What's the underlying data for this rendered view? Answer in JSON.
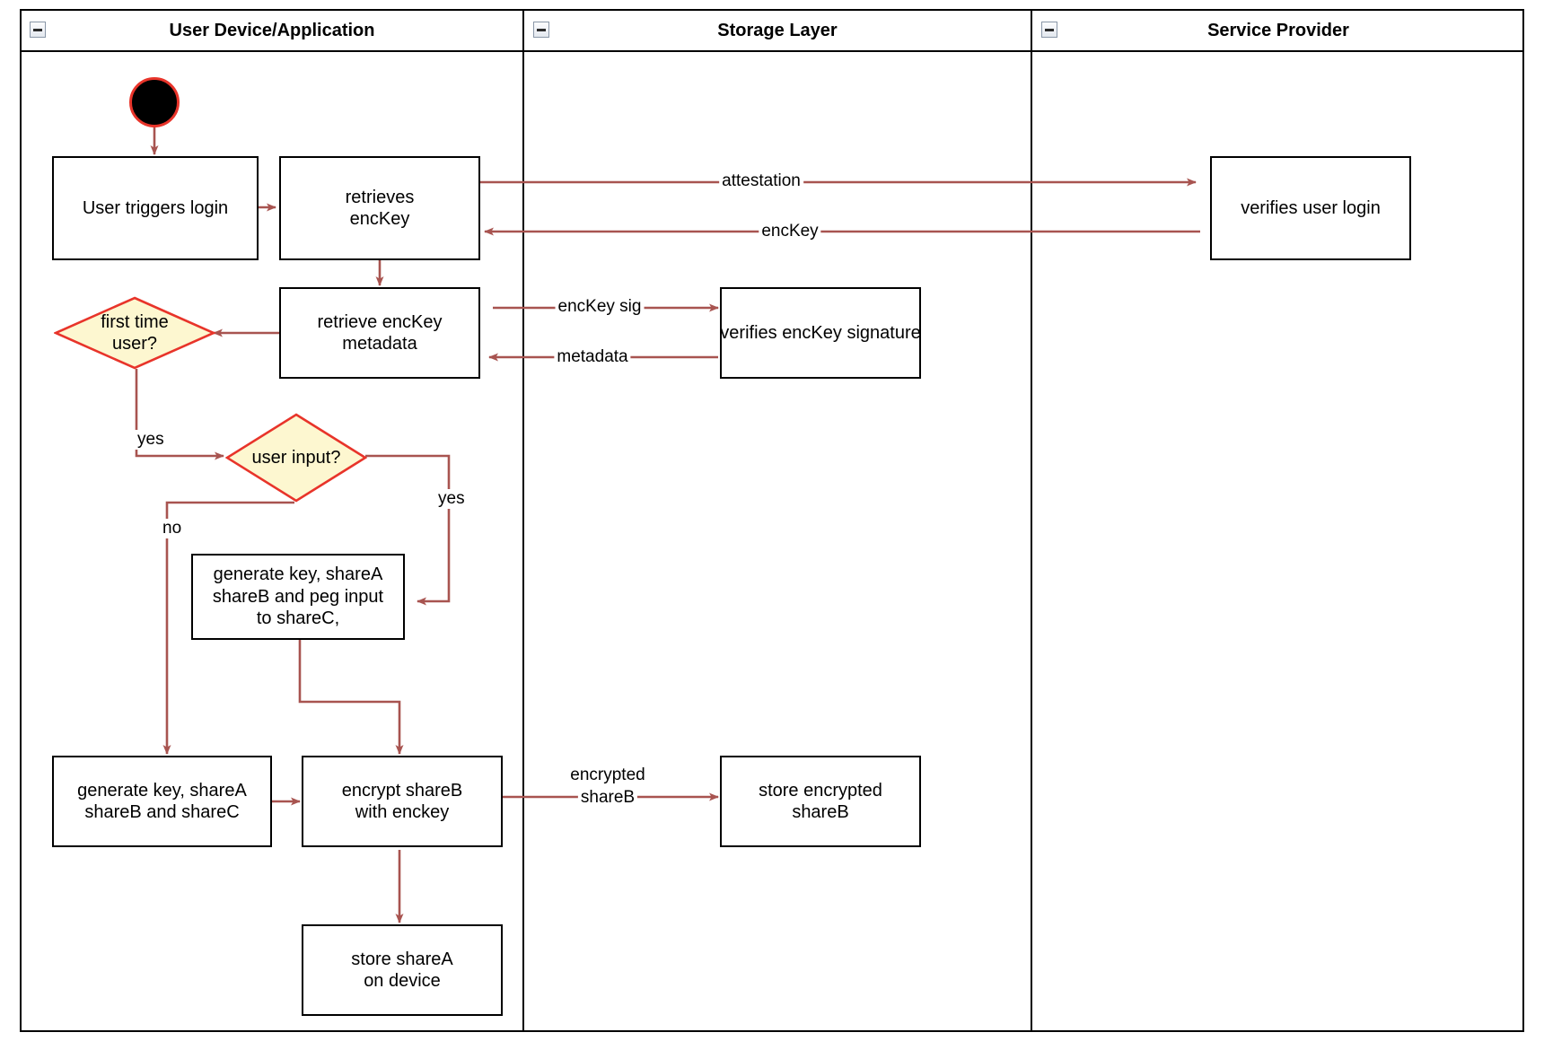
{
  "diagram": {
    "title": "Login / key-share provisioning activity diagram",
    "colors": {
      "arrow": "#a85450",
      "decision_border": "#e8342a",
      "decision_fill": "#fdf7d0",
      "node_border": "#000000",
      "start_fill": "#000000",
      "start_ring": "#e8342a",
      "background": "#ffffff"
    },
    "lanes": [
      {
        "id": "lane-user-device",
        "label": "User Device/Application",
        "collapse_icon": "collapse-icon"
      },
      {
        "id": "lane-storage",
        "label": "Storage Layer",
        "collapse_icon": "collapse-icon"
      },
      {
        "id": "lane-service-provider",
        "label": "Service Provider",
        "collapse_icon": "collapse-icon"
      }
    ],
    "nodes": {
      "start": {
        "type": "start",
        "label": ""
      },
      "user_triggers_login": {
        "type": "activity",
        "label": "User triggers login"
      },
      "retrieves_enckey": {
        "type": "activity",
        "line1": "retrieves",
        "line2": "encKey"
      },
      "verifies_user_login": {
        "type": "activity",
        "label": "verifies user login"
      },
      "retrieve_enckey_metadata": {
        "type": "activity",
        "line1": "retrieve encKey",
        "line2": "metadata"
      },
      "verifies_enckey_signature": {
        "type": "activity",
        "label": "verifies encKey signature"
      },
      "first_time_user": {
        "type": "decision",
        "line1": "first time",
        "line2": "user?"
      },
      "user_input": {
        "type": "decision",
        "label": "user input?"
      },
      "generate_peg": {
        "type": "activity",
        "line1": "generate key, shareA",
        "line2": "shareB and peg input",
        "line3": "to shareC,"
      },
      "generate_shares": {
        "type": "activity",
        "line1": "generate key, shareA",
        "line2": "shareB and shareC"
      },
      "encrypt_shareb": {
        "type": "activity",
        "line1": "encrypt shareB",
        "line2": "with enckey"
      },
      "store_encrypted_shareb": {
        "type": "activity",
        "line1": "store encrypted",
        "line2": "shareB"
      },
      "store_sharea": {
        "type": "activity",
        "line1": "store shareA",
        "line2": "on device"
      }
    },
    "edge_labels": {
      "attestation": "attestation",
      "enckey": "encKey",
      "enckey_sig": "encKey sig",
      "metadata": "metadata",
      "first_time_yes": "yes",
      "user_input_yes": "yes",
      "user_input_no": "no",
      "encrypted_shareb_l1": "encrypted",
      "encrypted_shareb_l2": "shareB"
    }
  }
}
